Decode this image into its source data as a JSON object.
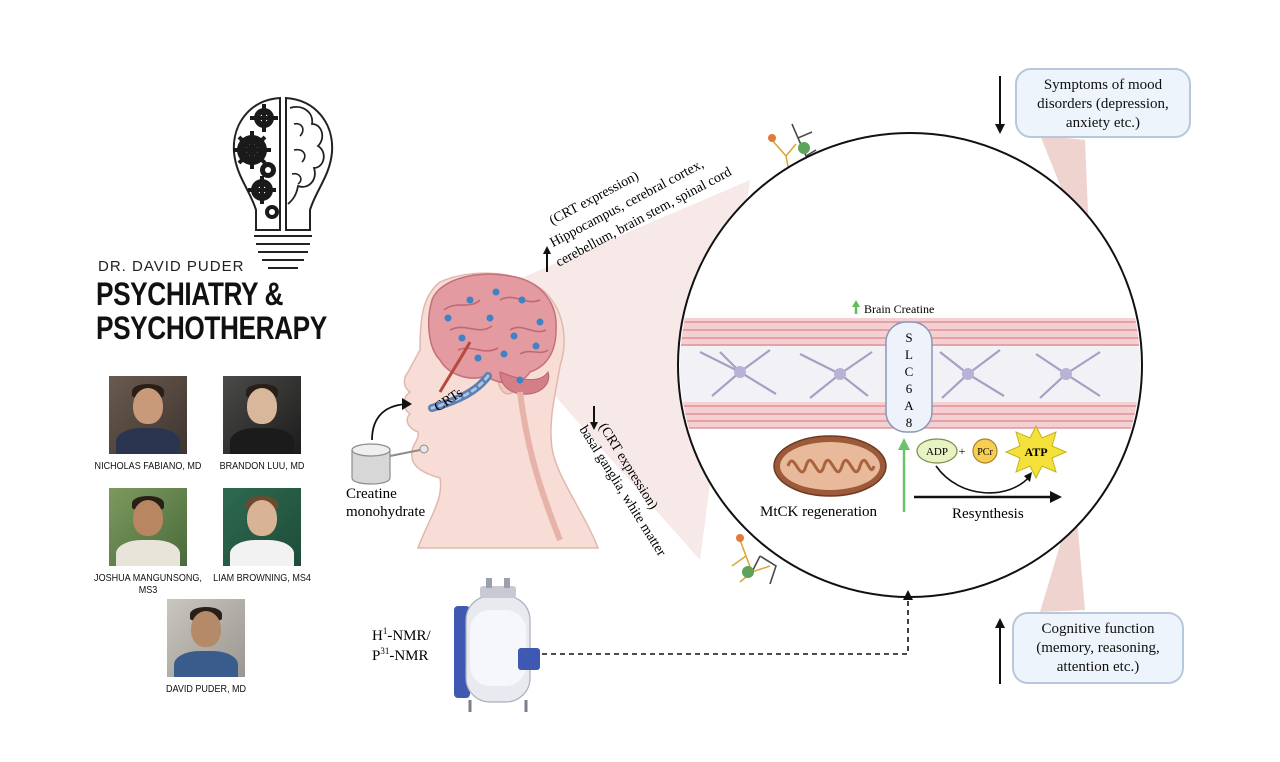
{
  "branding": {
    "pretitle": "DR. DAVID PUDER",
    "title_line1": "PSYCHIATRY &",
    "title_line2": "PSYCHOTHERAPY",
    "logo_icon": "lightbulb-brain-gears-icon"
  },
  "people": [
    {
      "name": "NICHOLAS FABIANO, MD"
    },
    {
      "name": "BRANDON LUU, MD"
    },
    {
      "name": "JOSHUA MANGUNSONG, MS3"
    },
    {
      "name": "LIAM BROWNING, MS4"
    },
    {
      "name": "DAVID PUDER, MD"
    }
  ],
  "supplement": {
    "line1": "Creatine",
    "line2": "monohydrate",
    "icon": "creatine-scoop-icon"
  },
  "head": {
    "crt_label": "CRTs"
  },
  "expression_upper": {
    "line1": "(CRT expression)",
    "line2": "Hippocampus, cerebral cortex,",
    "line3": "cerebellum, brain stem, spinal cord"
  },
  "expression_lower": {
    "line1": "(CRT expression)",
    "line2": "basal ganglia, white matter"
  },
  "circle": {
    "brain_creatine": "Brain Creatine",
    "transporter_letters": [
      "S",
      "L",
      "C",
      "6",
      "A",
      "8"
    ],
    "adp": "ADP",
    "plus": "+",
    "pcr": "PCr",
    "atp": "ATP",
    "mtck": "MtCK regeneration",
    "resynthesis": "Resynthesis"
  },
  "mood_box": {
    "line1": "Symptoms of mood",
    "line2": "disorders (depression,",
    "line3": "anxiety etc.)"
  },
  "cognitive_box": {
    "line1": "Cognitive function",
    "line2": "(memory, reasoning,",
    "line3": "attention etc.)"
  },
  "nmr": {
    "line1_base": "H",
    "line1_sup": "1",
    "line1_rest": "-NMR/",
    "line2_base": "P",
    "line2_sup": "31",
    "line2_rest": "-NMR"
  },
  "colors": {
    "box_border": "#b7c8da",
    "box_fill": "#eef4fb",
    "vessel": "#e9b4b8",
    "green_arrow": "#6cc46a",
    "atp_star": "#f4e23a"
  }
}
